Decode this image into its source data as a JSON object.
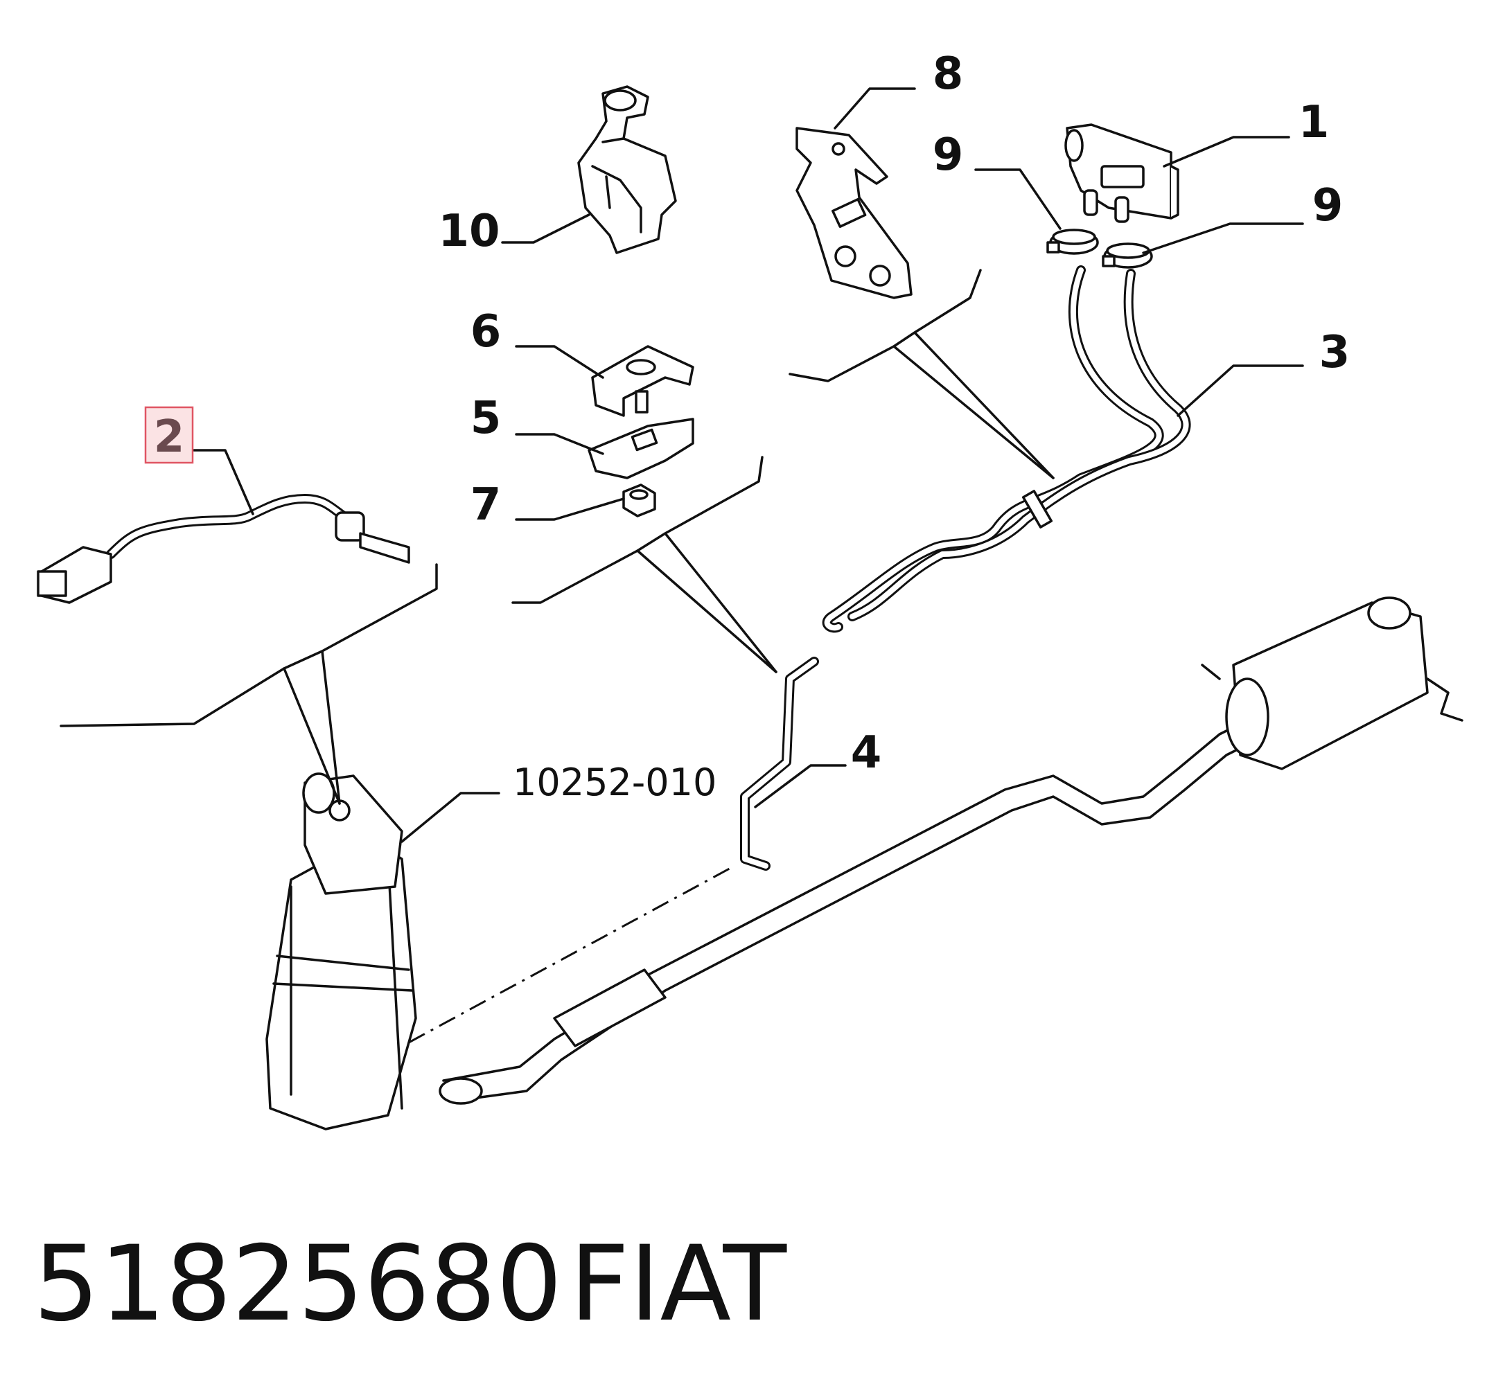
{
  "callouts": {
    "c1": "1",
    "c2": "2",
    "c3": "3",
    "c4": "4",
    "c5": "5",
    "c6": "6",
    "c7": "7",
    "c8": "8",
    "c9a": "9",
    "c9b": "9",
    "c10": "10"
  },
  "reference_code": "10252-010",
  "highlighted_callout": "2",
  "footer": {
    "part_number": "51825680",
    "brand": "FIAT"
  },
  "colors": {
    "highlight_fill": "#fbe3e4",
    "highlight_border": "#e05563",
    "line": "#111111"
  }
}
